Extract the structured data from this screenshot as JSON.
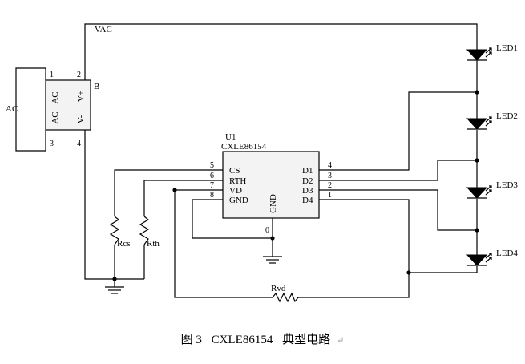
{
  "labels": {
    "vac": "VAC",
    "ac": "AC",
    "bridge_b": "B",
    "bridge_ac1": "AC",
    "bridge_ac2": "AC",
    "bridge_vplus": "V+",
    "bridge_vminus": "V-",
    "bridge_pin1": "1",
    "bridge_pin2": "2",
    "bridge_pin3": "3",
    "bridge_pin4": "4",
    "u1": "U1",
    "ic_part": "CXLE86154",
    "ic_cs": "CS",
    "ic_rth": "RTH",
    "ic_vd": "VD",
    "ic_gnd": "GND",
    "ic_gnd_bottom": "GND",
    "ic_d1": "D1",
    "ic_d2": "D2",
    "ic_d3": "D3",
    "ic_d4": "D4",
    "pin5": "5",
    "pin6": "6",
    "pin7": "7",
    "pin8": "8",
    "pin4": "4",
    "pin3": "3",
    "pin2": "2",
    "pin1": "1",
    "pin0": "0",
    "rcs": "Rcs",
    "rth": "Rth",
    "rvd": "Rvd",
    "led1": "LED1",
    "led2": "LED2",
    "led3": "LED3",
    "led4": "LED4"
  },
  "caption": {
    "fig": "图 3",
    "part": "CXLE86154",
    "title": "典型电路",
    "return_mark": "↵"
  }
}
